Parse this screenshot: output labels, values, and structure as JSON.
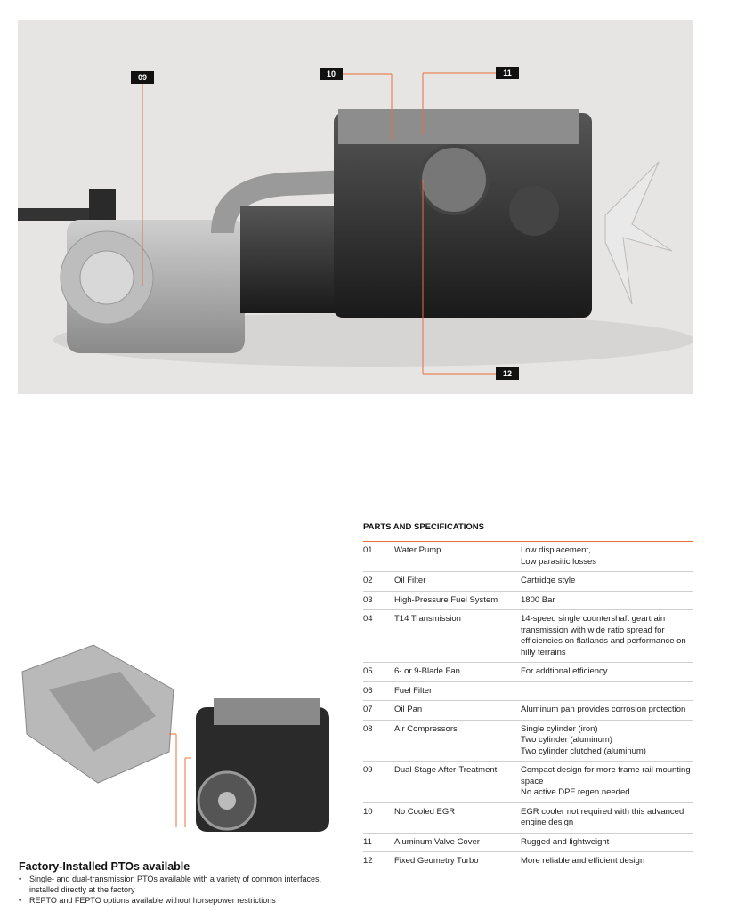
{
  "hero": {
    "callouts": [
      "09",
      "10",
      "11",
      "12"
    ],
    "accent_color": "#e8703a"
  },
  "pto": {
    "title": "Factory-Installed PTOs available",
    "bullets": [
      "Single- and dual-transmission PTOs available with a variety of common interfaces, installed directly at the factory",
      "REPTO and FEPTO options available without horsepower restrictions"
    ]
  },
  "specs": {
    "title": "PARTS AND SPECIFICATIONS",
    "rows": [
      {
        "num": "01",
        "part": "Water Pump",
        "spec": [
          "Low displacement,",
          "Low parasitic losses"
        ]
      },
      {
        "num": "02",
        "part": "Oil Filter",
        "spec": [
          "Cartridge style"
        ]
      },
      {
        "num": "03",
        "part": "High-Pressure Fuel System",
        "spec": [
          "1800 Bar"
        ]
      },
      {
        "num": "04",
        "part": "T14 Transmission",
        "spec": [
          "14-speed single countershaft geartrain transmission with wide ratio spread for efficiencies on flatlands and performance on hilly terrains"
        ]
      },
      {
        "num": "05",
        "part": "6- or 9-Blade Fan",
        "spec": [
          "For addtional efficiency"
        ]
      },
      {
        "num": "06",
        "part": "Fuel Filter",
        "spec": []
      },
      {
        "num": "07",
        "part": "Oil Pan",
        "spec": [
          "Aluminum pan provides corrosion protection"
        ]
      },
      {
        "num": "08",
        "part": "Air Compressors",
        "bullets": [
          "Single cylinder (iron)",
          "Two cylinder (aluminum)",
          "Two cylinder clutched (aluminum)"
        ]
      },
      {
        "num": "09",
        "part": "Dual Stage After-Treatment",
        "bullets": [
          "Compact design for more frame rail mounting space",
          "No active DPF regen needed"
        ]
      },
      {
        "num": "10",
        "part": "No Cooled EGR",
        "spec": [
          "EGR cooler not required with this advanced engine design"
        ]
      },
      {
        "num": "11",
        "part": "Aluminum Valve Cover",
        "spec": [
          "Rugged and lightweight"
        ]
      },
      {
        "num": "12",
        "part": "Fixed Geometry Turbo",
        "spec": [
          "More reliable and efficient design"
        ]
      }
    ]
  }
}
